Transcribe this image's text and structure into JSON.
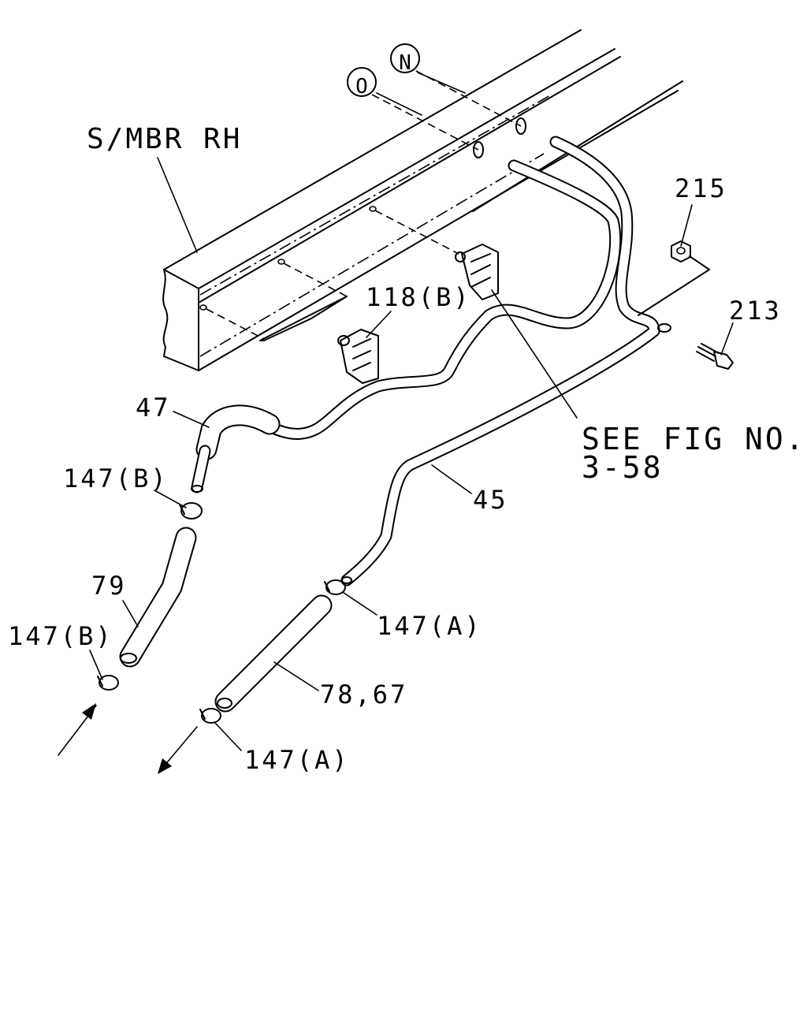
{
  "diagram": {
    "frame_label": "S/MBR RH",
    "circle_labels": [
      "O",
      "N"
    ],
    "parts": {
      "p215": "215",
      "p213": "213",
      "p118b": "118(B)",
      "p47": "47",
      "p147b_top": "147(B)",
      "p79": "79",
      "p147b_bottom": "147(B)",
      "p45": "45",
      "p147a_top": "147(A)",
      "p7867": "78,67",
      "p147a_bottom": "147(A)"
    },
    "see_fig": {
      "line1": "SEE FIG NO.",
      "line2": "3-58"
    }
  }
}
